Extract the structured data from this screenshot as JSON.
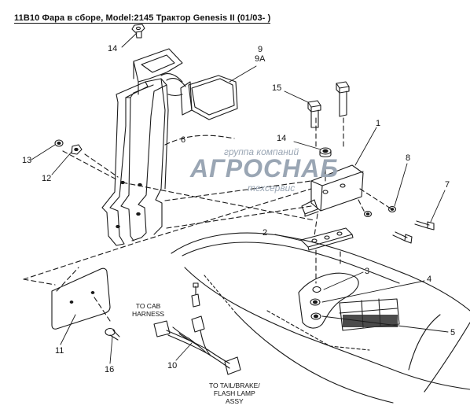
{
  "header": {
    "title": "11B10 Фара в сборе, Model:2145 Трактор Genesis II (01/03- )"
  },
  "callouts": {
    "c14a": "14",
    "c9": "9",
    "c9a": "9A",
    "c15": "15",
    "c1": "1",
    "c14b": "14",
    "c6": "6",
    "c13": "13",
    "c12": "12",
    "c8": "8",
    "c7": "7",
    "c2": "2",
    "c3": "3",
    "c4": "4",
    "c5": "5",
    "c11": "11",
    "c16": "16",
    "c10": "10"
  },
  "notes": {
    "cab_harness": [
      "TO CAB",
      "HARNESS"
    ],
    "tail_lamp": [
      "TO TAIL/BRAKE/",
      "FLASH LAMP",
      "ASSY"
    ]
  },
  "watermark": {
    "line1": "группа компаний",
    "line2": "АГРОСНАБ",
    "line3": "техсервис"
  }
}
